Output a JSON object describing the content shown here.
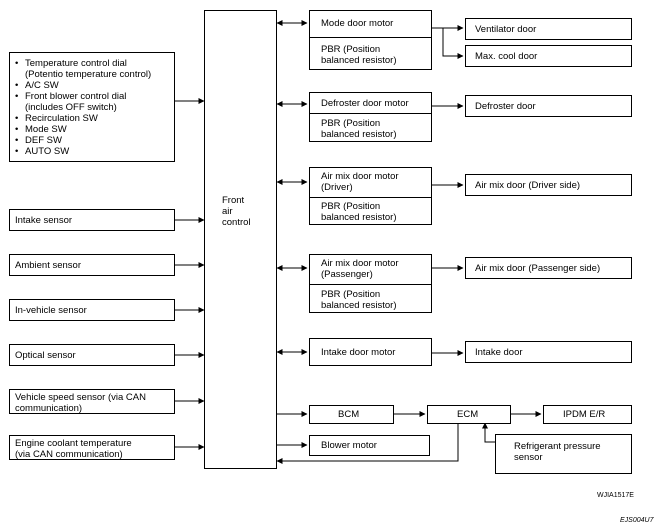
{
  "inputs": {
    "panel_items": [
      "Temperature control dial\n(Potentio temperature control)",
      "A/C SW",
      "Front blower control dial\n(includes OFF switch)",
      "Recirculation SW",
      "Mode SW",
      "DEF SW",
      "AUTO SW"
    ],
    "intake_sensor": "Intake sensor",
    "ambient_sensor": "Ambient sensor",
    "in_vehicle_sensor": "In-vehicle sensor",
    "optical_sensor": "Optical sensor",
    "vehicle_speed_sensor": "Vehicle speed sensor (via CAN\ncommunication)",
    "engine_coolant_temp": "Engine coolant temperature\n(via CAN communication)"
  },
  "controller": {
    "label": "Front\nair\ncontrol"
  },
  "motors": {
    "mode": {
      "motor": "Mode door motor",
      "pbr": "PBR (Position\nbalanced resistor)"
    },
    "defroster": {
      "motor": "Defroster door motor",
      "pbr": "PBR (Position\nbalanced resistor)"
    },
    "air_mix_driver": {
      "motor": "Air mix door motor\n(Driver)",
      "pbr": "PBR (Position\nbalanced resistor)"
    },
    "air_mix_passenger": {
      "motor": "Air mix door motor\n(Passenger)",
      "pbr": "PBR (Position\nbalanced resistor)"
    },
    "intake": {
      "motor": "Intake door motor"
    }
  },
  "doors": {
    "ventilator": "Ventilator door",
    "max_cool": "Max. cool door",
    "defroster": "Defroster door",
    "air_mix_driver": "Air mix door (Driver side)",
    "air_mix_passenger": "Air mix door (Passenger side)",
    "intake": "Intake door"
  },
  "network": {
    "bcm": "BCM",
    "ecm": "ECM",
    "ipdm": "IPDM E/R",
    "refrigerant_sensor": "Refrigerant pressure\nsensor",
    "blower_motor": "Blower motor"
  },
  "codes": {
    "figure_code": "WJIA1517E",
    "page_code": "EJS004U7"
  }
}
